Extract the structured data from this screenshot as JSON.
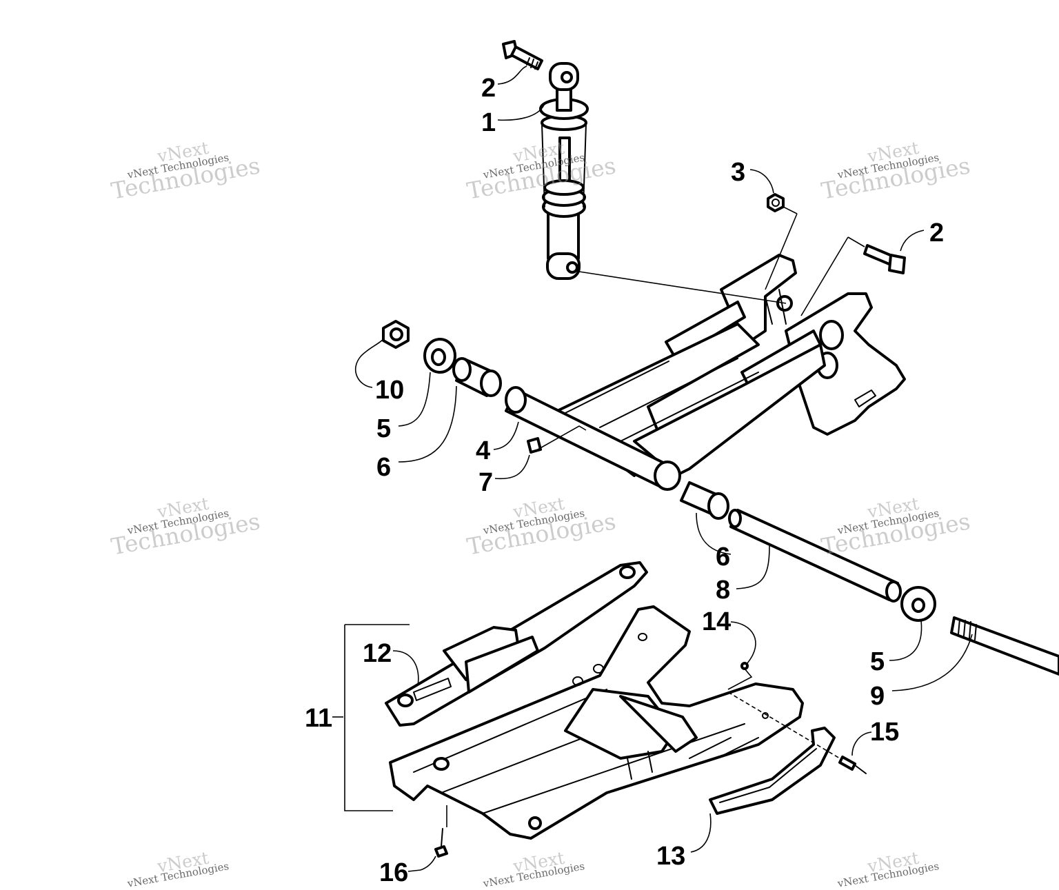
{
  "callouts": {
    "c1": "1",
    "c2a": "2",
    "c2b": "2",
    "c3": "3",
    "c4": "4",
    "c5a": "5",
    "c5b": "5",
    "c6a": "6",
    "c6b": "6",
    "c7": "7",
    "c8": "8",
    "c9": "9",
    "c10": "10",
    "c11": "11",
    "c12": "12",
    "c13": "13",
    "c14": "14",
    "c15": "15",
    "c16": "16"
  },
  "watermark": {
    "line1": "vNext",
    "line2": "vNext Technologies",
    "line3": "Technologies"
  },
  "colors": {
    "ink": "#000000",
    "paper": "#ffffff",
    "watermark": "#9a9a9a"
  }
}
